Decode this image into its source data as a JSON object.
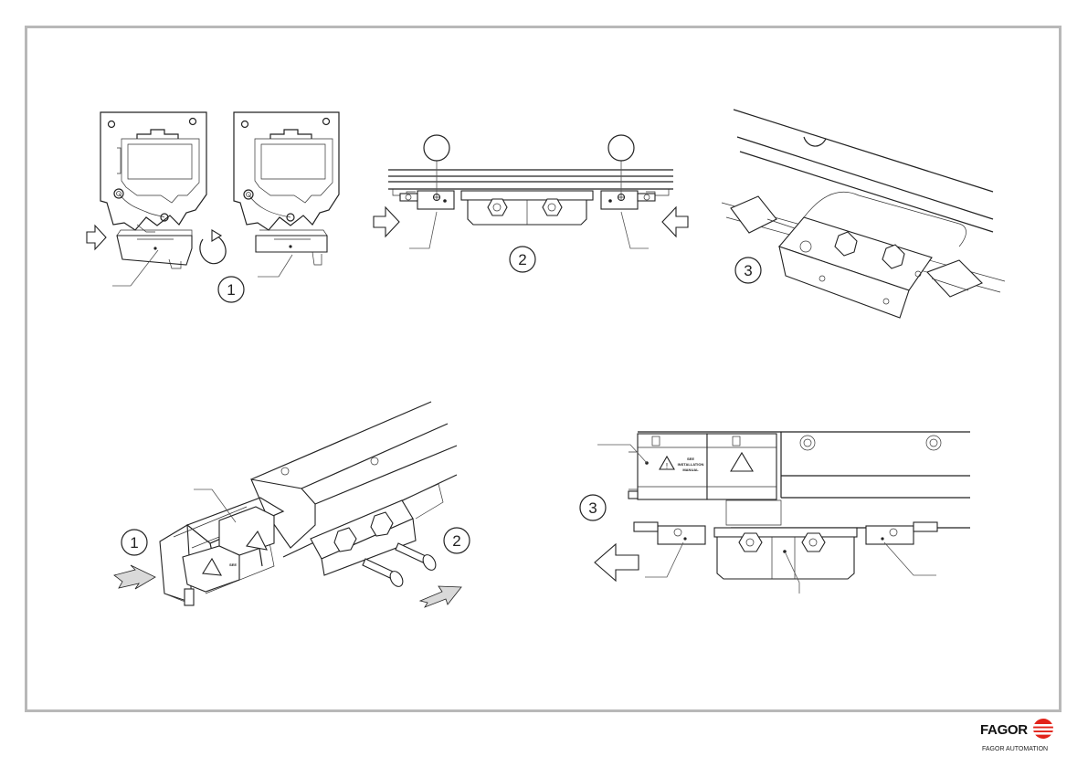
{
  "steps": {
    "top_left": [
      "1"
    ],
    "top_middle": [
      "2"
    ],
    "top_right": [
      "3"
    ],
    "bottom_left": [
      "1",
      "2"
    ],
    "bottom_right": [
      "3"
    ]
  },
  "warning_label": {
    "line1": "SEE",
    "line2": "INSTALLATION",
    "line3": "MANUAL"
  },
  "brand": {
    "name": "FAGOR",
    "subtitle": "FAGOR AUTOMATION",
    "color": "#e2231a"
  },
  "icons": [
    "arrow-right-icon",
    "arrow-left-icon",
    "rotate-arrow-icon",
    "warning-triangle-icon",
    "esd-hand-icon"
  ]
}
